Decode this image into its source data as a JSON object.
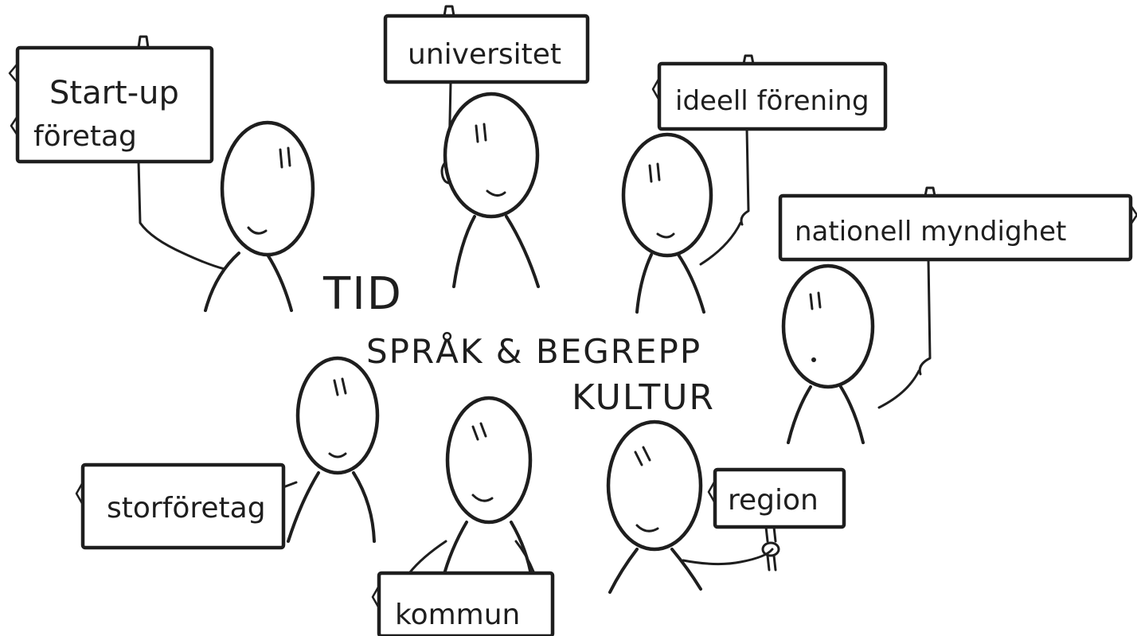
{
  "signs": {
    "startup": [
      "Start-up",
      "företag"
    ],
    "universitet": "universitet",
    "ideell": "ideell förening",
    "nationell": "nationell myndighet",
    "storforetag": "storföretag",
    "kommun": "kommun",
    "region": "region"
  },
  "center_words": {
    "tid": "TID",
    "sprak": "SPRÅK & BEGREPP",
    "kultur": "KULTUR"
  },
  "colors": {
    "ink": "#1e1e1e",
    "paper": "#ffffff"
  }
}
